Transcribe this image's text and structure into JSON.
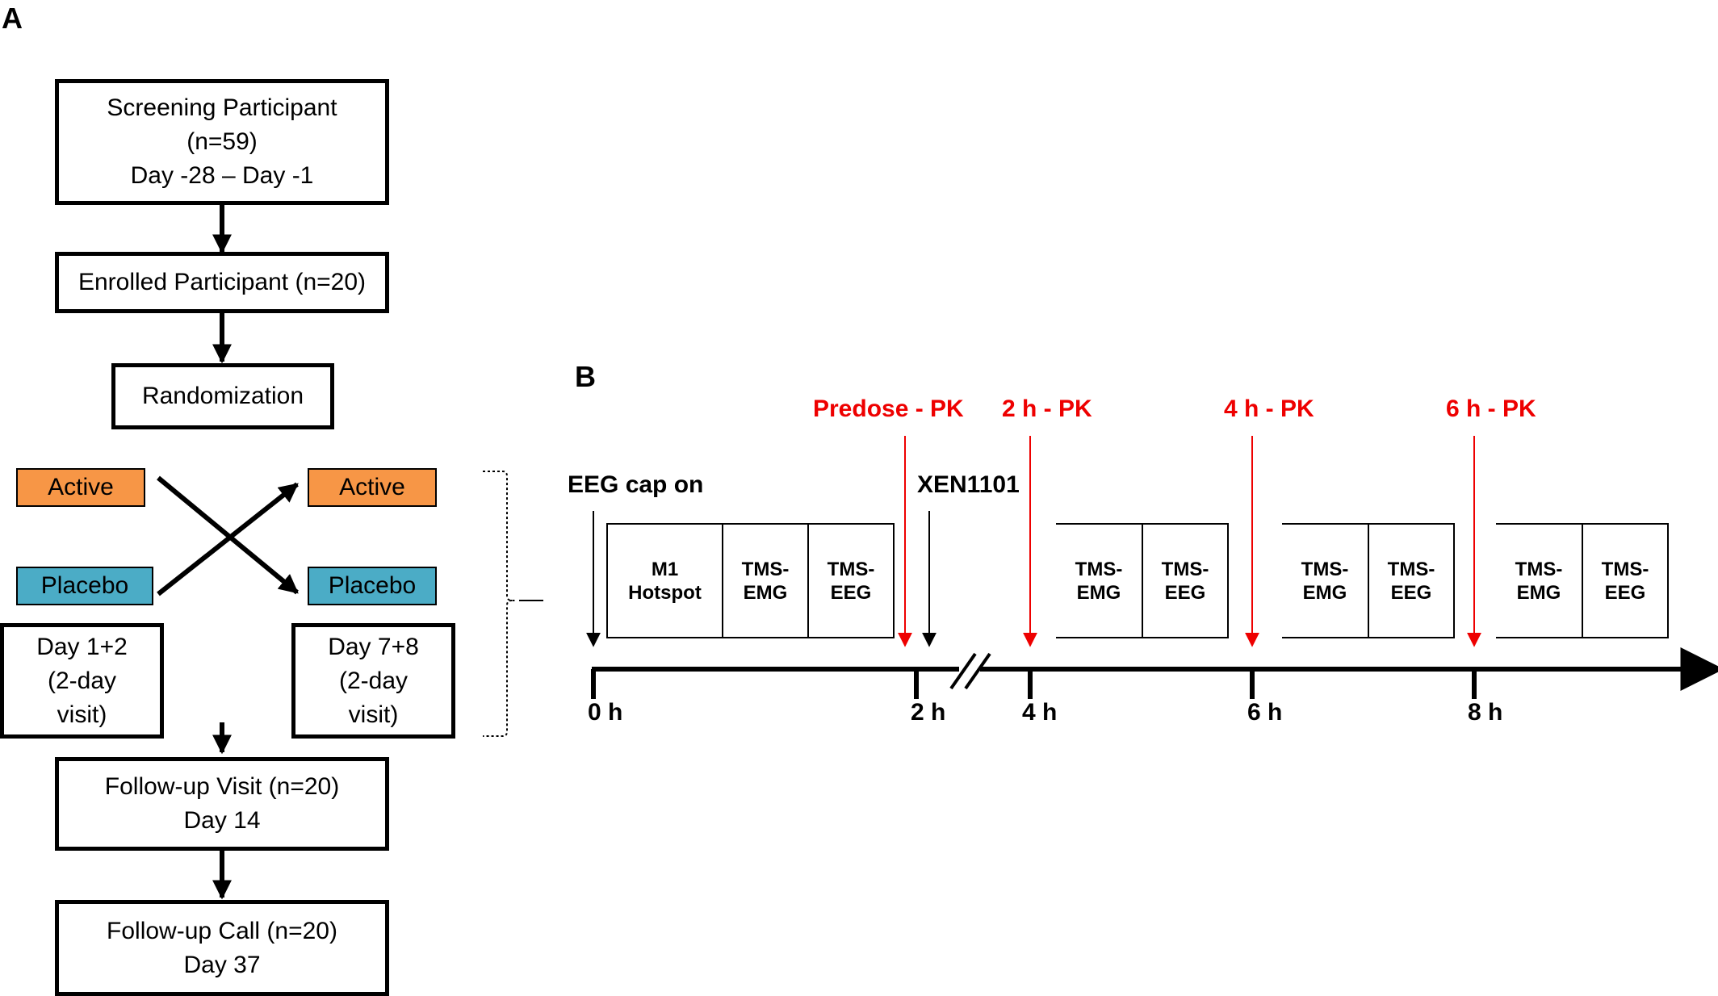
{
  "panel_a": {
    "label": "A",
    "screening": {
      "line1": "Screening Participant",
      "line2": "(n=59)",
      "line3": "Day -28 – Day -1"
    },
    "enrolled": {
      "line1": "Enrolled Participant (n=20)"
    },
    "randomization": {
      "line1": "Randomization"
    },
    "arm_left": {
      "active": "Active",
      "placebo": "Placebo"
    },
    "arm_right": {
      "active": "Active",
      "placebo": "Placebo"
    },
    "visit1": {
      "line1": "Day 1+2",
      "line2": "(2-day",
      "line3": "visit)"
    },
    "visit2": {
      "line1": "Day 7+8",
      "line2": "(2-day",
      "line3": "visit)"
    },
    "followup_visit": {
      "line1": "Follow-up Visit (n=20)",
      "line2": "Day 14"
    },
    "followup_call": {
      "line1": "Follow-up Call (n=20)",
      "line2": "Day 37"
    },
    "colors": {
      "active": "#f79646",
      "placebo": "#4bacc6"
    }
  },
  "panel_b": {
    "label": "B",
    "pk_labels": [
      "Predose - PK",
      "2 h - PK",
      "4 h - PK",
      "6 h - PK"
    ],
    "eeg_cap": "EEG cap on",
    "drug": "XEN1101",
    "blocks": {
      "m1": {
        "line1": "M1",
        "line2": "Hotspot"
      },
      "tms_emg": {
        "line1": "TMS-",
        "line2": "EMG"
      },
      "tms_eeg": {
        "line1": "TMS-",
        "line2": "EEG"
      }
    },
    "ticks": [
      "0 h",
      "2 h",
      "4 h",
      "6 h",
      "8 h"
    ],
    "colors": {
      "pk": "#ee0000",
      "axis": "#000000"
    }
  }
}
